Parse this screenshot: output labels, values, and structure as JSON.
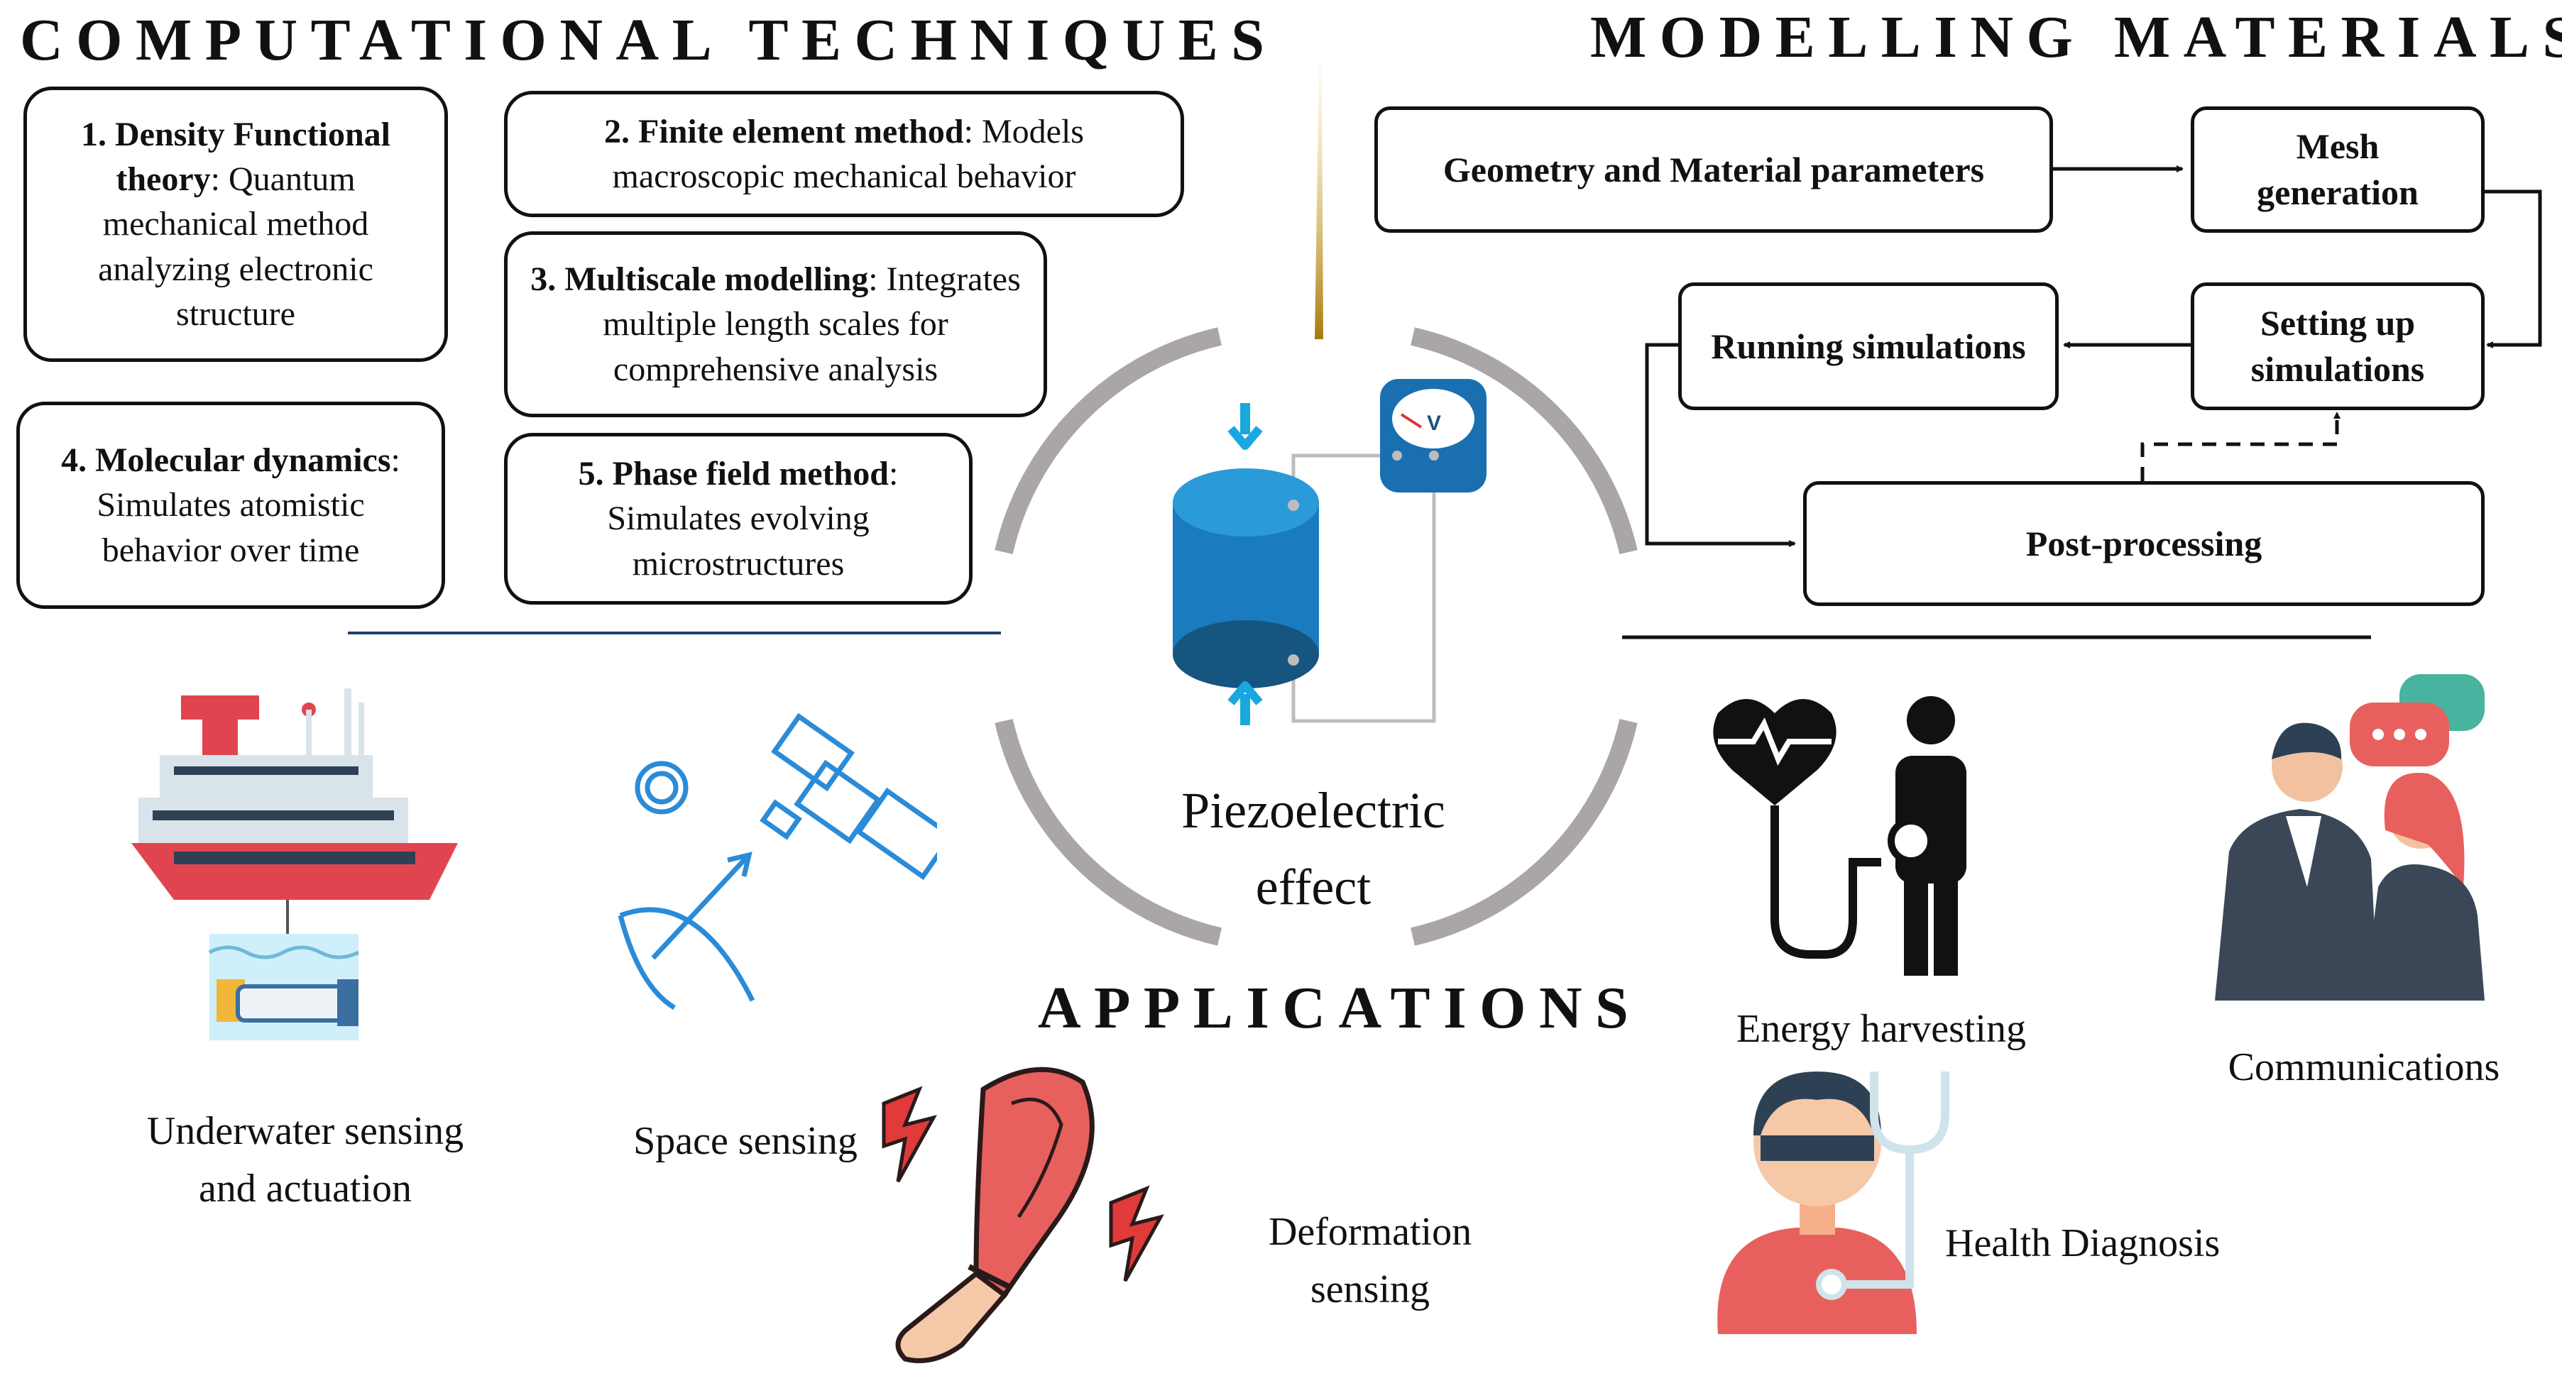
{
  "headings": {
    "computational": "COMPUTATIONAL TECHNIQUES",
    "modelling": "MODELLING MATERIALS",
    "applications": "APPLICATIONS"
  },
  "techniques": [
    {
      "title": "1. Density Functional theory",
      "desc": "Quantum mechanical method analyzing electronic structure"
    },
    {
      "title": "2. Finite element method",
      "desc": "Models macroscopic mechanical behavior"
    },
    {
      "title": "3. Multiscale modelling",
      "desc": "Integrates multiple length scales for comprehensive analysis"
    },
    {
      "title": "4. Molecular dynamics",
      "desc": "Simulates atomistic behavior over time"
    },
    {
      "title": "5. Phase field method",
      "desc": "Simulates evolving microstructures"
    }
  ],
  "workflow": {
    "geometry": "Geometry and Material parameters",
    "mesh": "Mesh generation",
    "setup": "Setting up simulations",
    "running": "Running simulations",
    "post": "Post-processing"
  },
  "center": {
    "piezo_line1": "Piezoelectric",
    "piezo_line2": "effect",
    "meter_symbol": "V"
  },
  "applications": {
    "underwater_1": "Underwater sensing",
    "underwater_2": "and actuation",
    "space": "Space sensing",
    "deformation_1": "Deformation",
    "deformation_2": "sensing",
    "energy": "Energy harvesting",
    "communications": "Communications",
    "health": "Health Diagnosis"
  },
  "colors": {
    "cylinder": "#1a7bbf",
    "arrow": "#1aa7e0",
    "ring": "#aaa6a6",
    "muscle": "#e8605d",
    "ship_red": "#e0454f",
    "gold_line": "#b88a12"
  }
}
